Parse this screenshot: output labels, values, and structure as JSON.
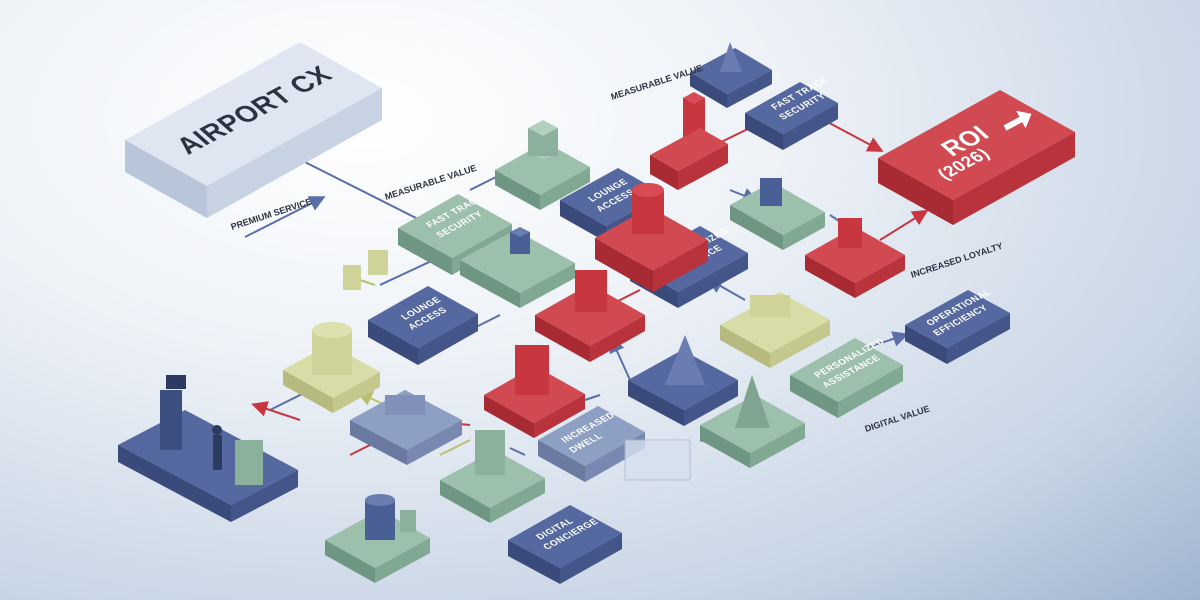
{
  "title": "AIRPORT CX",
  "roi": {
    "label": "ROI",
    "year": "(2026)"
  },
  "labels": {
    "premium_service": "PREMIUM SERVICE",
    "measurable_value_top": "MEASURABLE VALUE",
    "measurable_value_mid": "MEASURABLE VALUE",
    "increased_loyalty": "INCREASED LOYALTY",
    "digital_value": "DIGITAL VALUE"
  },
  "tiles": {
    "fast_track_security_top": [
      "FAST TRACK",
      "SECURITY"
    ],
    "fast_track_security_mid": [
      "FAST TRACK",
      "SECURITY"
    ],
    "lounge_access_top": [
      "LOUNGE",
      "ACCESS"
    ],
    "lounge_access_left": [
      "LOUNGE",
      "ACCESS"
    ],
    "personalized_assistance_top": [
      "PERSONALIZED",
      "ASSISTANCE"
    ],
    "personalized_assistance_bottom": [
      "PERSONALIZED",
      "ASSISTANCE"
    ],
    "operational_efficiency": [
      "OPERATIONAL",
      "EFFICIENCY"
    ],
    "increased_dwell": [
      "INCREASED",
      "DWELL"
    ],
    "digital_concierge": [
      "DIGITAL",
      "CONCIERGE"
    ]
  },
  "colors": {
    "navy": "#4a5f96",
    "red": "#c8363f",
    "green": "#8fb3a1",
    "olive": "#cfd39a",
    "slate": "#8e9fc4",
    "title_block": "#d3dcea",
    "arrow_red": "#c8363f",
    "arrow_blue": "#5a6fa8",
    "arrow_olive": "#b9bf6a"
  }
}
